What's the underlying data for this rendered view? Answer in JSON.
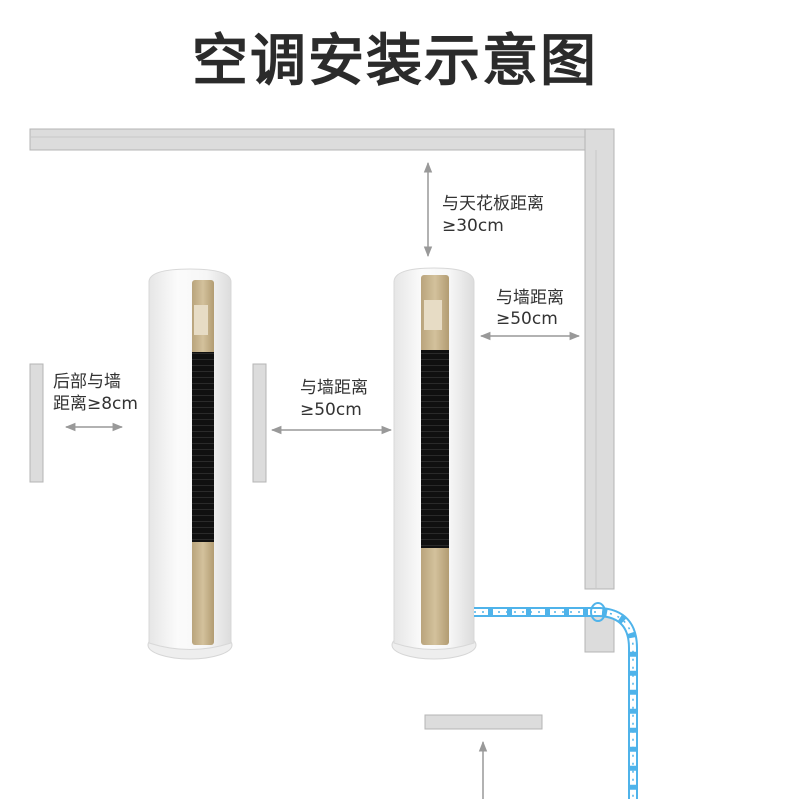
{
  "title": "空调安装示意图",
  "labels": {
    "back_wall_line1": "后部与墙",
    "back_wall_line2": "距离≥8cm",
    "side_wall_left_line1": "与墙距离",
    "side_wall_left_line2": "≥50cm",
    "ceiling_line1": "与天花板距离",
    "ceiling_line2": "≥30cm",
    "side_wall_right_line1": "与墙距离",
    "side_wall_right_line2": "≥50cm"
  },
  "colors": {
    "wall_fill": "#dcdcdc",
    "wall_stroke": "#b5b5b5",
    "arrow": "#999999",
    "pipe": "#4fb3ea",
    "unit_body": "#f4f4f4",
    "unit_panel": "#c9b58e",
    "unit_grille": "#141414"
  }
}
